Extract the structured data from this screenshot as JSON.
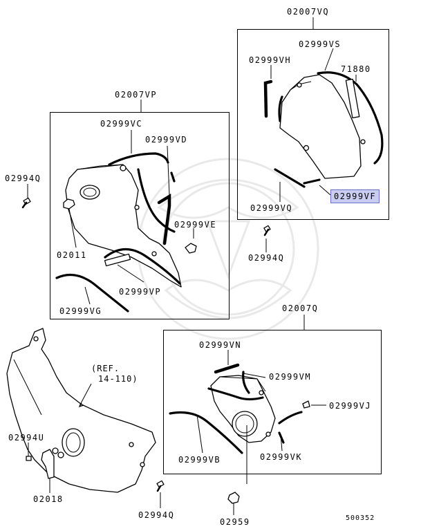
{
  "diagram_id": "500352",
  "groups": {
    "rear_upper": {
      "label": "02007VQ"
    },
    "front_upper": {
      "label": "02007VP"
    },
    "lower": {
      "label": "02007Q"
    }
  },
  "labels": {
    "p_02999VS": "02999VS",
    "p_02999VH": "02999VH",
    "p_71880": "71880",
    "p_02999VQ_top": "02999VQ",
    "p_02999VF": "02999VF",
    "p_02994Q_mid": "02994Q",
    "p_02999VC": "02999VC",
    "p_02999VD": "02999VD",
    "p_02994Q_left": "02994Q",
    "p_02999VE": "02999VE",
    "p_02011": "02011",
    "p_02999VP": "02999VP",
    "p_02999VG": "02999VG",
    "p_ref_1": "(REF.",
    "p_ref_2": "14-110)",
    "p_02999VN": "02999VN",
    "p_02999VM": "02999VM",
    "p_02999VJ": "02999VJ",
    "p_02994U": "02994U",
    "p_02999VB": "02999VB",
    "p_02999VK": "02999VK",
    "p_02018": "02018",
    "p_02994Q_bottom": "02994Q",
    "p_02959": "02959"
  },
  "highlighted_part": "02999VF",
  "colors": {
    "highlight_fill": "#c9cdf2",
    "highlight_border": "#6a6fc4",
    "line": "#000000",
    "watermark": "#e9e9e9"
  }
}
